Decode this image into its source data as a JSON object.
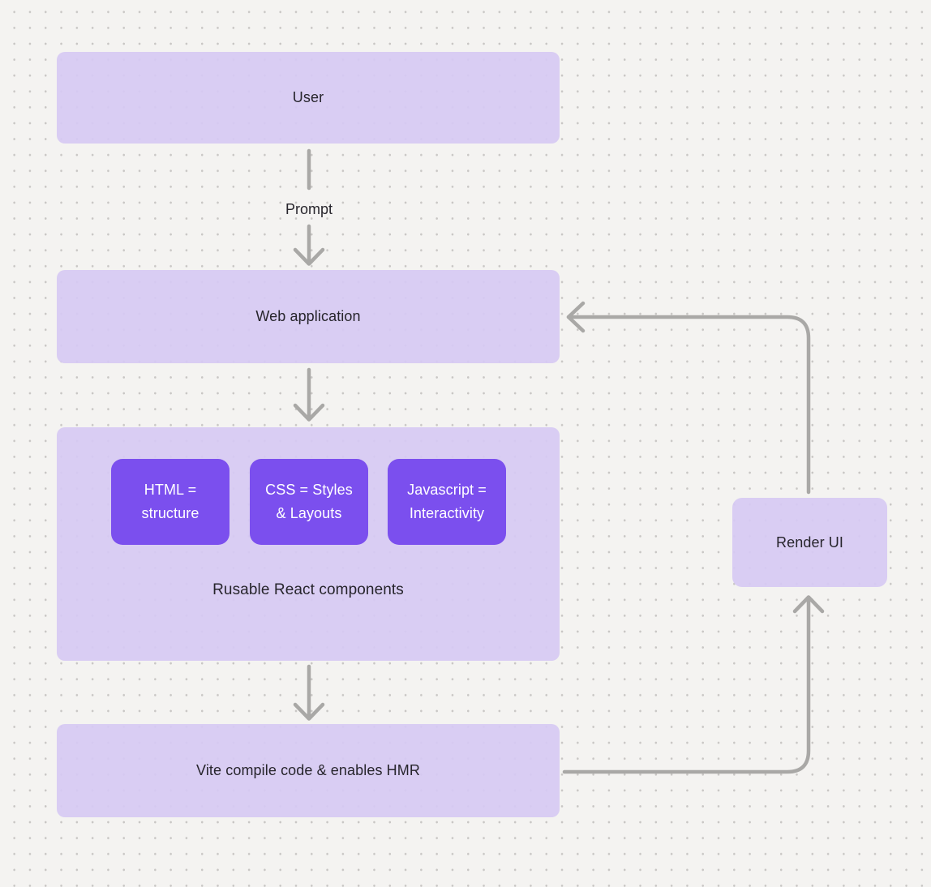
{
  "diagram": {
    "nodes": {
      "user": {
        "label": "User"
      },
      "web_application": {
        "label": "Web application"
      },
      "components_group": {
        "caption": "Rusable React components",
        "chips": [
          {
            "label": "HTML = structure"
          },
          {
            "label": "CSS = Styles & Layouts"
          },
          {
            "label": "Javascript = Interactivity"
          }
        ]
      },
      "vite": {
        "label": "Vite compile code & enables HMR"
      },
      "render_ui": {
        "label": "Render UI"
      }
    },
    "edges": {
      "user_to_web": {
        "label": "Prompt"
      },
      "web_to_components": {
        "label": ""
      },
      "components_to_vite": {
        "label": ""
      },
      "vite_to_render_ui": {
        "label": ""
      },
      "render_ui_to_web": {
        "label": ""
      }
    },
    "colors": {
      "background": "#f4f3f1",
      "dot": "#c8c6c4",
      "node_fill": "#d6c9f3",
      "chip_fill": "#7b4fee",
      "chip_text": "#ffffff",
      "node_text": "#27252c",
      "arrow": "#a9a8a6"
    }
  }
}
